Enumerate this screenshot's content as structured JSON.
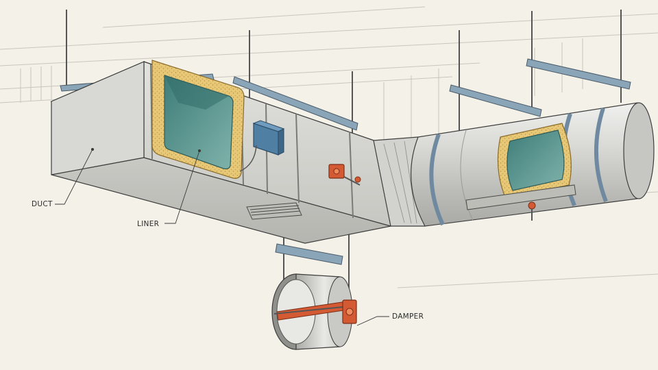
{
  "labels": {
    "duct": "DUCT",
    "liner": "LINER",
    "damper": "DAMPER"
  },
  "colors": {
    "background": "#f4f1e8",
    "sheet_metal": "#dcdcd8",
    "liner_insulation": "#e6c877",
    "duct_interior": "#4f8f8a",
    "support_strut": "#8aa4b8",
    "junction_box": "#4f7fa3",
    "actuator": "#d45a33",
    "line": "#3d3d3d"
  }
}
